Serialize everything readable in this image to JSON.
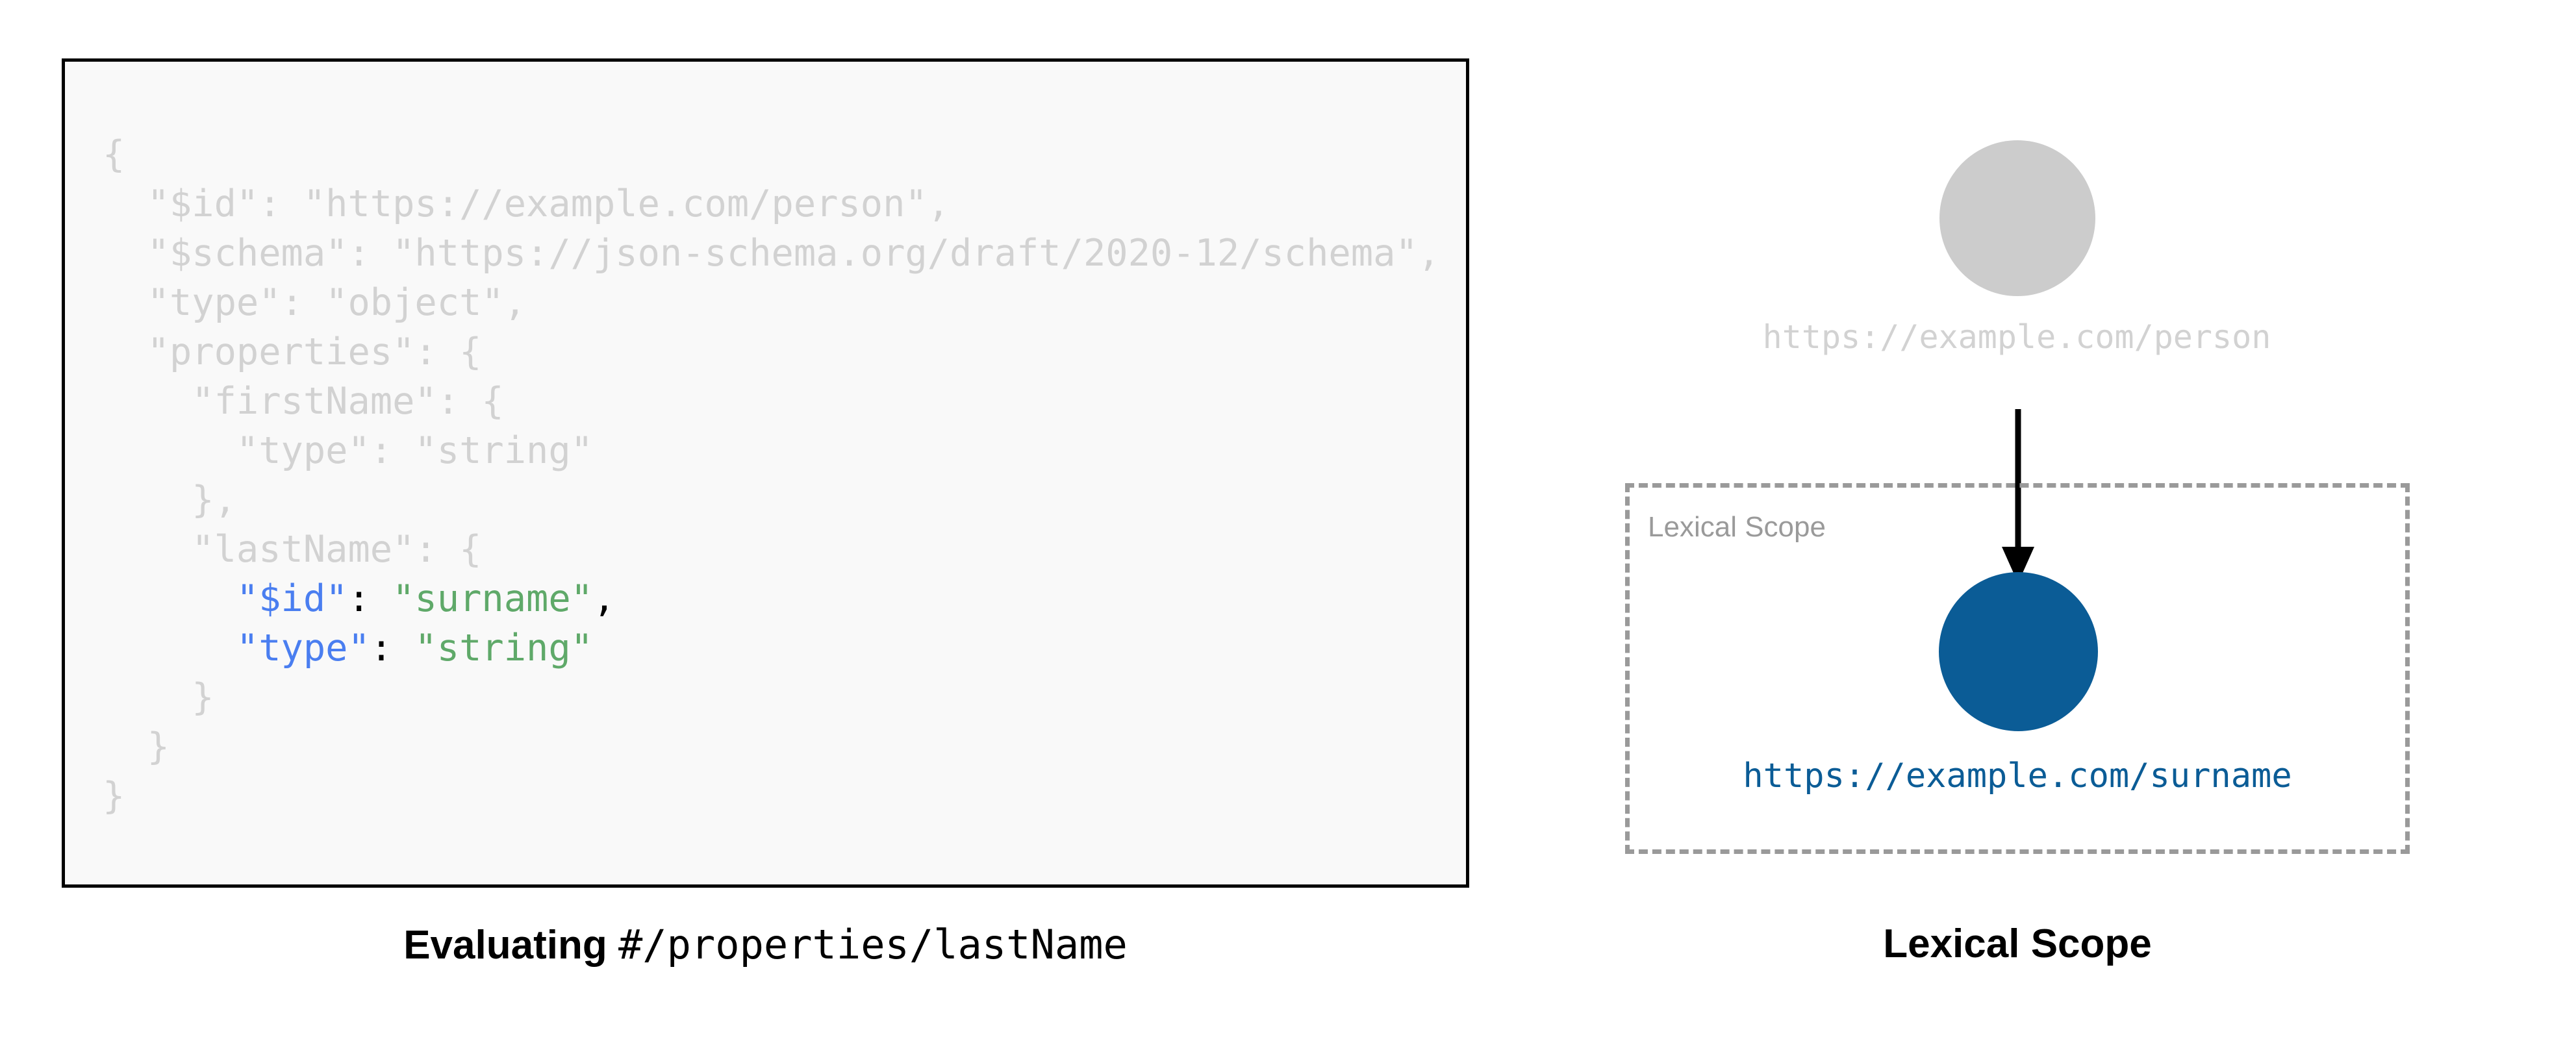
{
  "code_panel": {
    "language": "json",
    "lines": [
      [
        {
          "t": "{",
          "c": "dim"
        }
      ],
      [
        {
          "t": "  \"$id\": \"https://example.com/person\",",
          "c": "dim"
        }
      ],
      [
        {
          "t": "  \"$schema\": \"https://json-schema.org/draft/2020-12/schema\",",
          "c": "dim"
        }
      ],
      [
        {
          "t": "  \"type\": \"object\",",
          "c": "dim"
        }
      ],
      [
        {
          "t": "  \"properties\": {",
          "c": "dim"
        }
      ],
      [
        {
          "t": "    \"firstName\": {",
          "c": "dim"
        }
      ],
      [
        {
          "t": "      \"type\": \"string\"",
          "c": "dim"
        }
      ],
      [
        {
          "t": "    },",
          "c": "dim"
        }
      ],
      [
        {
          "t": "    \"lastName\": {",
          "c": "dim"
        }
      ],
      [
        {
          "t": "      ",
          "c": "dim"
        },
        {
          "t": "\"$id\"",
          "c": "key"
        },
        {
          "t": ": ",
          "c": "pun"
        },
        {
          "t": "\"surname\"",
          "c": "str"
        },
        {
          "t": ",",
          "c": "pun"
        }
      ],
      [
        {
          "t": "      ",
          "c": "dim"
        },
        {
          "t": "\"type\"",
          "c": "key"
        },
        {
          "t": ": ",
          "c": "pun"
        },
        {
          "t": "\"string\"",
          "c": "str"
        }
      ],
      [
        {
          "t": "    }",
          "c": "dim"
        }
      ],
      [
        {
          "t": "  }",
          "c": "dim"
        }
      ],
      [
        {
          "t": "}",
          "c": "dim"
        }
      ]
    ],
    "colors": {
      "dim": "#d2d2d2",
      "key": "#4a7ef0",
      "string": "#5fa969",
      "punctuation": "#000000",
      "panel_background": "#f9f9f9",
      "panel_border": "#000000"
    }
  },
  "scope_diagram": {
    "root_node": {
      "label": "https://example.com/person",
      "fill": "#cccccc",
      "label_color": "#d2d2d2"
    },
    "arrow": {
      "direction": "down",
      "color": "#000000"
    },
    "lexical_scope_box": {
      "label": "Lexical Scope",
      "border_color": "#9a9a9a",
      "border_style": "dashed"
    },
    "child_node": {
      "label": "https://example.com/surname",
      "fill": "#0b5c96",
      "label_color": "#0b5c96"
    }
  },
  "captions": {
    "left_strong": "Evaluating",
    "left_mono": "#/properties/lastName",
    "right": "Lexical Scope"
  }
}
